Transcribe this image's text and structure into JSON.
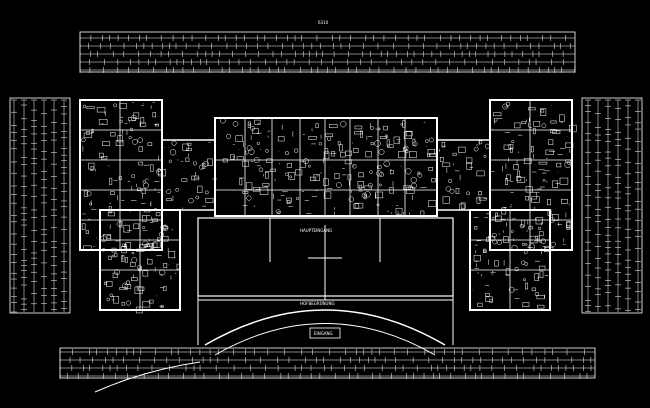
{
  "drawing": {
    "background": "#000000",
    "line_color": "#ffffff",
    "labels": {
      "top_overall": "6310",
      "lobby": "HAUPTEINGANG",
      "courtyard": "HOFBEGRÜNUNG",
      "entrance": "EINGANG"
    }
  }
}
